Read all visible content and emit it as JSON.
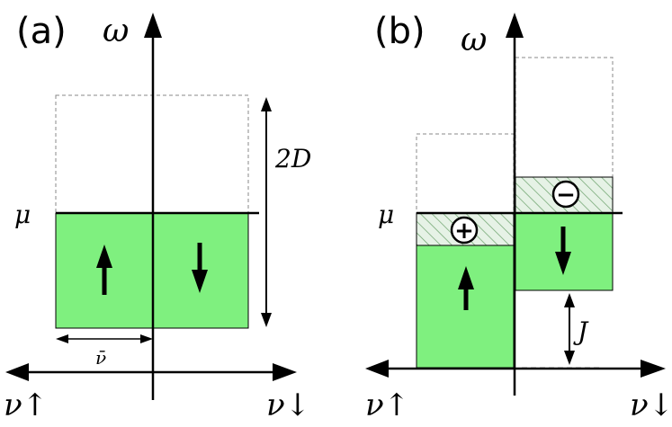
{
  "panels": {
    "a": {
      "label": "(a)",
      "axis_vertical": "ω",
      "axis_left": "ν↑",
      "axis_right": "ν↓",
      "mu": "μ",
      "bandwidth": "2D",
      "width": "ν̄",
      "spin_up": "↑",
      "spin_down": "↓"
    },
    "b": {
      "label": "(b)",
      "axis_vertical": "ω",
      "axis_left": "ν↑",
      "axis_right": "ν↓",
      "mu": "μ",
      "exchange": "J",
      "plus": "+",
      "minus": "−",
      "spin_up": "↑",
      "spin_down": "↓"
    }
  },
  "colors": {
    "filled": "#7ff07f",
    "hatch_bg": "#e6f2e6",
    "hatch_line": "#6aa06a",
    "line": "#000000",
    "dashed": "#888888"
  }
}
